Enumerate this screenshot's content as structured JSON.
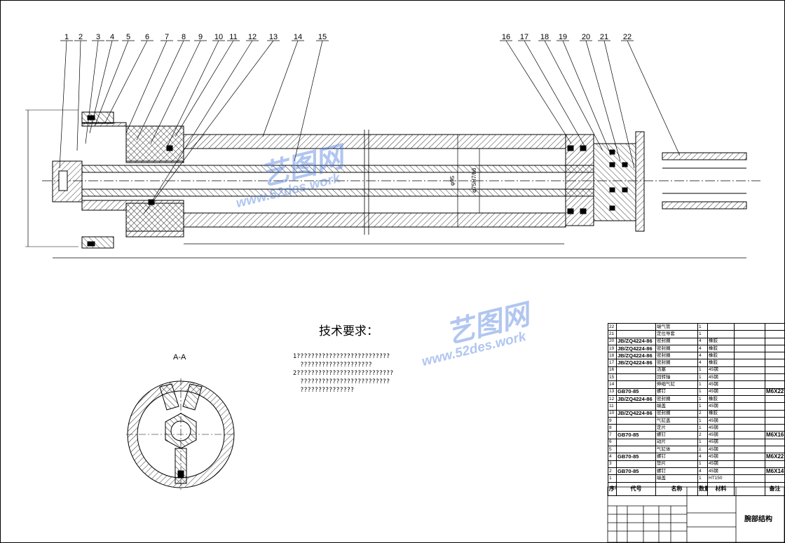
{
  "drawing": {
    "part_numbers": [
      "1",
      "2",
      "3",
      "4",
      "5",
      "6",
      "7",
      "8",
      "9",
      "10",
      "11",
      "12",
      "13",
      "14",
      "15",
      "16",
      "17",
      "18",
      "19",
      "20",
      "21",
      "22"
    ],
    "dim_diameter": "φ95",
    "dim_bore": "φ75H7/h6",
    "section_label": "A-A"
  },
  "tech_requirements": {
    "title": "技术要求：",
    "lines": [
      "1??????????????????????????",
      "  ????????????????????",
      "2???????????????????????????",
      "  ?????????????????????????",
      "  ???????????????"
    ]
  },
  "watermark": {
    "brand": "艺图网",
    "url": "www.52des.work"
  },
  "bom": {
    "header": {
      "no": "序号",
      "code": "代号",
      "name": "名称",
      "qty": "数量",
      "material": "材料",
      "note": "备注"
    },
    "rows": [
      {
        "no": "22",
        "code": "",
        "name": "端气管",
        "qty": "1",
        "material": "",
        "note": ""
      },
      {
        "no": "21",
        "code": "",
        "name": "定位导套",
        "qty": "1",
        "material": "",
        "note": ""
      },
      {
        "no": "20",
        "code": "JB/ZQ4224-86",
        "name": "密封圈",
        "qty": "4",
        "material": "橡胶",
        "note": ""
      },
      {
        "no": "19",
        "code": "JB/ZQ4224-86",
        "name": "密封圈",
        "qty": "4",
        "material": "橡胶",
        "note": ""
      },
      {
        "no": "18",
        "code": "JB/ZQ4224-86",
        "name": "密封圈",
        "qty": "4",
        "material": "橡胶",
        "note": ""
      },
      {
        "no": "17",
        "code": "JB/ZQ4224-86",
        "name": "密封圈",
        "qty": "4",
        "material": "橡胶",
        "note": ""
      },
      {
        "no": "16",
        "code": "",
        "name": "活塞",
        "qty": "1",
        "material": "45钢",
        "note": ""
      },
      {
        "no": "15",
        "code": "",
        "name": "回转轴",
        "qty": "1",
        "material": "45钢",
        "note": ""
      },
      {
        "no": "14",
        "code": "",
        "name": "伸缩气缸",
        "qty": "1",
        "material": "45钢",
        "note": ""
      },
      {
        "no": "13",
        "code": "GB70-85",
        "name": "螺钉",
        "qty": "1",
        "material": "45钢",
        "note": "M6X22"
      },
      {
        "no": "12",
        "code": "JB/ZQ4224-86",
        "name": "密封圈",
        "qty": "1",
        "material": "橡胶",
        "note": ""
      },
      {
        "no": "11",
        "code": "",
        "name": "端盖",
        "qty": "1",
        "material": "45钢",
        "note": ""
      },
      {
        "no": "10",
        "code": "JB/ZQ4224-86",
        "name": "密封圈",
        "qty": "2",
        "material": "橡胶",
        "note": ""
      },
      {
        "no": "9",
        "code": "",
        "name": "气缸盖",
        "qty": "1",
        "material": "45钢",
        "note": ""
      },
      {
        "no": "8",
        "code": "",
        "name": "定片",
        "qty": "1",
        "material": "45钢",
        "note": ""
      },
      {
        "no": "7",
        "code": "GB70-85",
        "name": "螺钉",
        "qty": "2",
        "material": "45钢",
        "note": "M6X16"
      },
      {
        "no": "6",
        "code": "",
        "name": "动片",
        "qty": "1",
        "material": "45钢",
        "note": ""
      },
      {
        "no": "5",
        "code": "",
        "name": "气缸体",
        "qty": "1",
        "material": "45钢",
        "note": ""
      },
      {
        "no": "4",
        "code": "GB70-85",
        "name": "螺钉",
        "qty": "4",
        "material": "45钢",
        "note": "M6X22"
      },
      {
        "no": "3",
        "code": "",
        "name": "垫片",
        "qty": "1",
        "material": "45钢",
        "note": ""
      },
      {
        "no": "2",
        "code": "GB70-85",
        "name": "螺钉",
        "qty": "4",
        "material": "45钢",
        "note": "M6X14"
      },
      {
        "no": "1",
        "code": "",
        "name": "端盖",
        "qty": "1",
        "material": "HT150",
        "note": ""
      }
    ]
  },
  "title_block": {
    "title": "腕部结构"
  }
}
